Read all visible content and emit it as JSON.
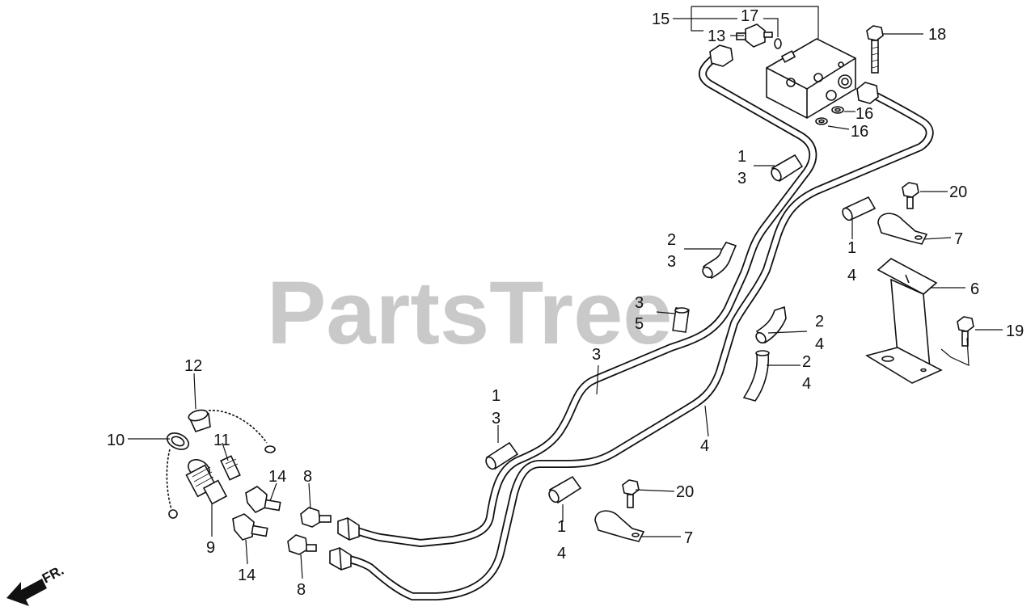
{
  "watermark": "PartsTree",
  "direction": "FR.",
  "callouts": [
    {
      "id": "c15",
      "text": "15"
    },
    {
      "id": "c17",
      "text": "17"
    },
    {
      "id": "c13",
      "text": "13"
    },
    {
      "id": "c18",
      "text": "18"
    },
    {
      "id": "c16a",
      "text": "16"
    },
    {
      "id": "c16b",
      "text": "16"
    },
    {
      "id": "c1a",
      "text": "1"
    },
    {
      "id": "c3a",
      "text": "3"
    },
    {
      "id": "c20a",
      "text": "20"
    },
    {
      "id": "c2a",
      "text": "2"
    },
    {
      "id": "c3b",
      "text": "3"
    },
    {
      "id": "c7a",
      "text": "7"
    },
    {
      "id": "c1b",
      "text": "1"
    },
    {
      "id": "c4a",
      "text": "4"
    },
    {
      "id": "c6",
      "text": "6"
    },
    {
      "id": "c3c",
      "text": "3"
    },
    {
      "id": "c5",
      "text": "5"
    },
    {
      "id": "c2b",
      "text": "2"
    },
    {
      "id": "c4b",
      "text": "4"
    },
    {
      "id": "c19",
      "text": "19"
    },
    {
      "id": "c3d",
      "text": "3"
    },
    {
      "id": "c2c",
      "text": "2"
    },
    {
      "id": "c4c",
      "text": "4"
    },
    {
      "id": "c12",
      "text": "12"
    },
    {
      "id": "c1c",
      "text": "1"
    },
    {
      "id": "c3e",
      "text": "3"
    },
    {
      "id": "c10",
      "text": "10"
    },
    {
      "id": "c11",
      "text": "11"
    },
    {
      "id": "c4d",
      "text": "4"
    },
    {
      "id": "c14a",
      "text": "14"
    },
    {
      "id": "c8a",
      "text": "8"
    },
    {
      "id": "c20b",
      "text": "20"
    },
    {
      "id": "c1d",
      "text": "1"
    },
    {
      "id": "c4e",
      "text": "4"
    },
    {
      "id": "c7b",
      "text": "7"
    },
    {
      "id": "c9",
      "text": "9"
    },
    {
      "id": "c14b",
      "text": "14"
    },
    {
      "id": "c8b",
      "text": "8"
    }
  ]
}
